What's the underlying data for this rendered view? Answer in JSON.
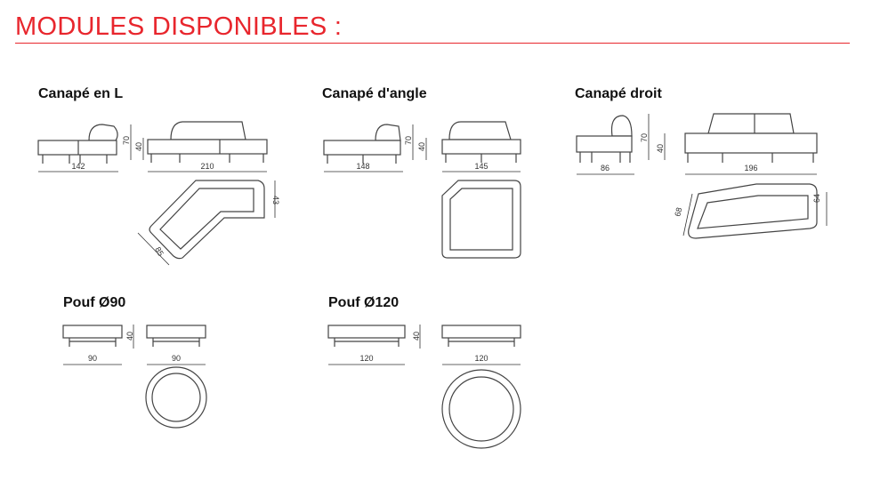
{
  "header": {
    "title": "MODULES DISPONIBLES :",
    "accent_color": "#e8262d"
  },
  "modules": [
    {
      "title": "Canapé en L",
      "dims": [
        "142",
        "70",
        "40",
        "210",
        "43",
        "85"
      ]
    },
    {
      "title": "Canapé d'angle",
      "dims": [
        "148",
        "70",
        "40",
        "145"
      ]
    },
    {
      "title": "Canapé droit",
      "dims": [
        "86",
        "70",
        "40",
        "196",
        "68",
        "64"
      ]
    },
    {
      "title": "Pouf Ø90",
      "dims": [
        "90",
        "40",
        "90"
      ]
    },
    {
      "title": "Pouf Ø120",
      "dims": [
        "120",
        "40",
        "120"
      ]
    }
  ]
}
